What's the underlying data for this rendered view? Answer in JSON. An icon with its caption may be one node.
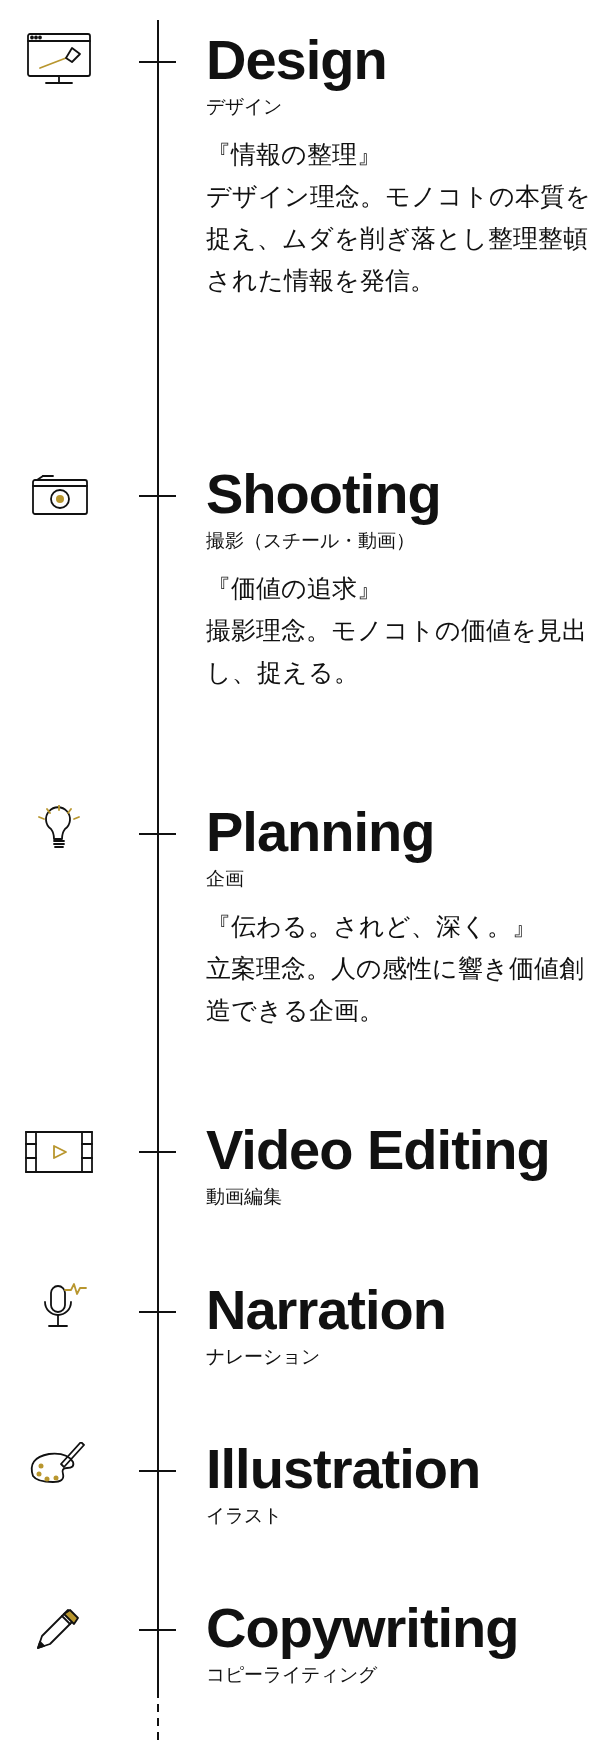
{
  "diagram": {
    "nodes": [
      {
        "text": [
          "Design",
          "デザイン",
          "『情報の整理』",
          "デザイン理念。モノコトの本質を捉え、ムダを削ぎ落とし整理整頓された情報を発信。"
        ]
      },
      {
        "text": [
          "Shooting",
          "撮影（スチール・動画）",
          "『価値の追求』",
          "撮影理念。モノコトの価値を見出し、捉える。"
        ]
      },
      {
        "text": [
          "Planning",
          "企画",
          "『伝わる。されど、深く。』",
          "立案理念。人の感性に響き価値創造できる企画。"
        ]
      },
      {
        "text": [
          "Video Editing",
          "動画編集"
        ]
      },
      {
        "text": [
          "Narration",
          "ナレーション"
        ]
      },
      {
        "text": [
          "Illustration",
          "イラスト"
        ]
      },
      {
        "text": [
          "Copywriting",
          "コピーライティング"
        ]
      }
    ]
  }
}
